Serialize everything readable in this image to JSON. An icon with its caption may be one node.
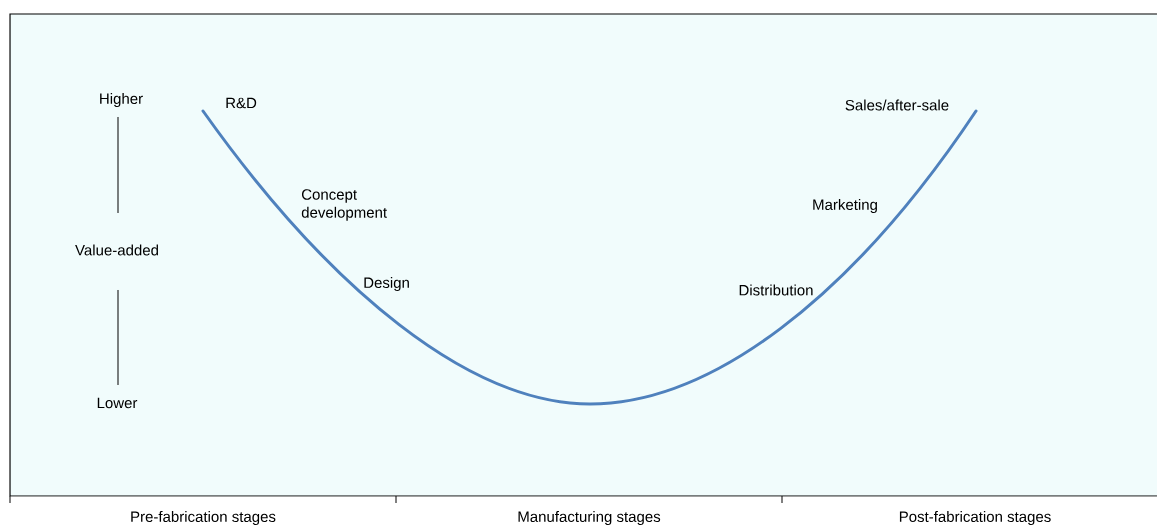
{
  "diagram": {
    "labels": [
      "Higher",
      "R&D",
      "Sales/after-sale",
      "Concept development",
      "Marketing",
      "Value-added",
      "Design",
      "Distribution",
      "Lower",
      "Pre-fabrication stages",
      "Manufacturing stages",
      "Post-fabrication stages"
    ]
  }
}
